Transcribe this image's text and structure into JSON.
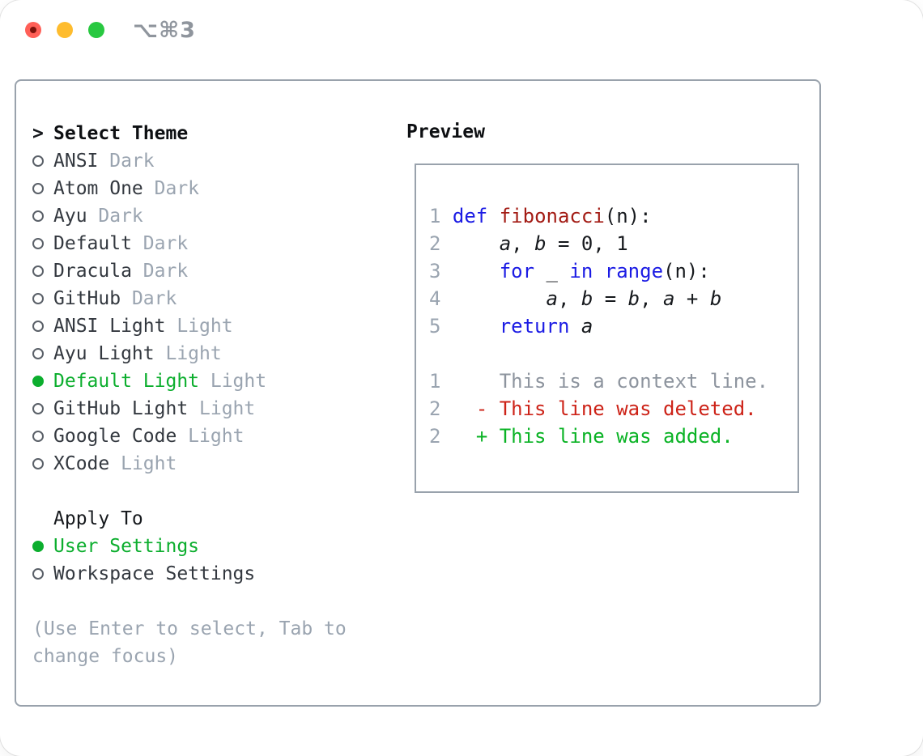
{
  "window": {
    "title": "⌥⌘3",
    "traffic_lights": [
      {
        "name": "close-button"
      },
      {
        "name": "minimize-button"
      },
      {
        "name": "zoom-button"
      }
    ]
  },
  "theme_list": {
    "cursor": ">",
    "header": "Select Theme",
    "items": [
      {
        "name": "ANSI",
        "variant": "Dark",
        "selected": false
      },
      {
        "name": "Atom One",
        "variant": "Dark",
        "selected": false
      },
      {
        "name": "Ayu",
        "variant": "Dark",
        "selected": false
      },
      {
        "name": "Default",
        "variant": "Dark",
        "selected": false
      },
      {
        "name": "Dracula",
        "variant": "Dark",
        "selected": false
      },
      {
        "name": "GitHub",
        "variant": "Dark",
        "selected": false
      },
      {
        "name": "ANSI Light",
        "variant": "Light",
        "selected": false
      },
      {
        "name": "Ayu Light",
        "variant": "Light",
        "selected": false
      },
      {
        "name": "Default Light",
        "variant": "Light",
        "selected": true
      },
      {
        "name": "GitHub Light",
        "variant": "Light",
        "selected": false
      },
      {
        "name": "Google Code",
        "variant": "Light",
        "selected": false
      },
      {
        "name": "XCode",
        "variant": "Light",
        "selected": false
      }
    ]
  },
  "apply_to": {
    "header": "Apply To",
    "options": [
      {
        "name": "User Settings",
        "selected": true
      },
      {
        "name": "Workspace Settings",
        "selected": false
      }
    ]
  },
  "hint": "(Use Enter to select, Tab to change focus)",
  "preview": {
    "title": "Preview",
    "lines": [
      {
        "tokens": [
          {
            "t": "1",
            "c": "ln"
          },
          {
            "t": " "
          },
          {
            "t": "def",
            "c": "kw"
          },
          {
            "t": " "
          },
          {
            "t": "fibonacci",
            "c": "fn"
          },
          {
            "t": "(n):"
          }
        ]
      },
      {
        "tokens": [
          {
            "t": "2",
            "c": "ln"
          },
          {
            "t": "     "
          },
          {
            "t": "a",
            "c": "var"
          },
          {
            "t": ", "
          },
          {
            "t": "b",
            "c": "var"
          },
          {
            "t": " = 0, 1"
          }
        ]
      },
      {
        "tokens": [
          {
            "t": "3",
            "c": "ln"
          },
          {
            "t": "     "
          },
          {
            "t": "for",
            "c": "kw"
          },
          {
            "t": " _ "
          },
          {
            "t": "in",
            "c": "kw"
          },
          {
            "t": " "
          },
          {
            "t": "range",
            "c": "kw"
          },
          {
            "t": "(n):"
          }
        ]
      },
      {
        "tokens": [
          {
            "t": "4",
            "c": "ln"
          },
          {
            "t": "         "
          },
          {
            "t": "a",
            "c": "var"
          },
          {
            "t": ", "
          },
          {
            "t": "b",
            "c": "var"
          },
          {
            "t": " = "
          },
          {
            "t": "b",
            "c": "var"
          },
          {
            "t": ", "
          },
          {
            "t": "a",
            "c": "var"
          },
          {
            "t": " + "
          },
          {
            "t": "b",
            "c": "var"
          }
        ]
      },
      {
        "tokens": [
          {
            "t": "5",
            "c": "ln"
          },
          {
            "t": "     "
          },
          {
            "t": "return",
            "c": "kw"
          },
          {
            "t": " "
          },
          {
            "t": "a",
            "c": "var"
          }
        ]
      },
      {
        "tokens": []
      },
      {
        "tokens": [
          {
            "t": "1",
            "c": "ln"
          },
          {
            "t": "     "
          },
          {
            "t": "This is a context line.",
            "c": "ctx"
          }
        ]
      },
      {
        "tokens": [
          {
            "t": "2",
            "c": "ln"
          },
          {
            "t": "   "
          },
          {
            "t": "- This line was deleted.",
            "c": "del"
          }
        ]
      },
      {
        "tokens": [
          {
            "t": "2",
            "c": "ln"
          },
          {
            "t": "   "
          },
          {
            "t": "+ This line was added.",
            "c": "add"
          }
        ]
      }
    ]
  },
  "colors": {
    "accent_green": "#0cae2e",
    "added_green": "#0ab325",
    "deleted_red": "#cd2318",
    "keyword_blue": "#1b1be4",
    "function_red": "#a31c15",
    "muted_gray": "#9aa4b0",
    "context_gray": "#8d949e",
    "border_gray": "#99a2ac",
    "traffic_red": "#ff5f57",
    "traffic_yellow": "#febc2e",
    "traffic_green": "#28c840"
  }
}
